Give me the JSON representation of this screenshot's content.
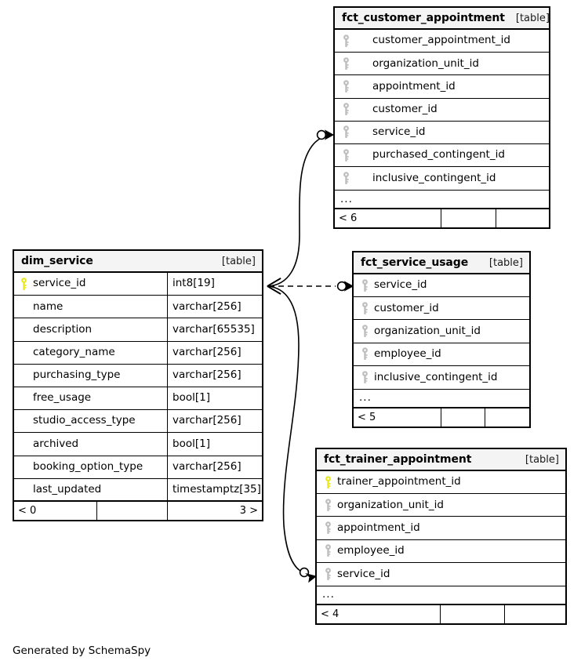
{
  "diagram": {
    "caption": "Generated by SchemaSpy",
    "kind_label": "[table]",
    "ellipsis": "...",
    "colors": {
      "primary_key": "#e8e81c",
      "foreign_key": "#bdbdbd",
      "header_bg": "#f4f4f4",
      "border": "#000000",
      "edge": "#000000",
      "background": "#ffffff"
    }
  },
  "tables": {
    "fct_customer_appointment": {
      "name": "fct_customer_appointment",
      "kind": "[table]",
      "columns": [
        {
          "label": "customer_appointment_id",
          "key": "foreign"
        },
        {
          "label": "organization_unit_id",
          "key": "foreign"
        },
        {
          "label": "appointment_id",
          "key": "foreign"
        },
        {
          "label": "customer_id",
          "key": "foreign"
        },
        {
          "label": "service_id",
          "key": "foreign"
        },
        {
          "label": "purchased_contingent_id",
          "key": "foreign"
        },
        {
          "label": "inclusive_contingent_id",
          "key": "foreign"
        }
      ],
      "ellipsis": "...",
      "footer": [
        "< 6",
        "",
        ""
      ]
    },
    "dim_service": {
      "name": "dim_service",
      "kind": "[table]",
      "columns": [
        {
          "label": "service_id",
          "key": "primary",
          "type": "int8[19]"
        },
        {
          "label": "name",
          "key": "none",
          "type": "varchar[256]"
        },
        {
          "label": "description",
          "key": "none",
          "type": "varchar[65535]"
        },
        {
          "label": "category_name",
          "key": "none",
          "type": "varchar[256]"
        },
        {
          "label": "purchasing_type",
          "key": "none",
          "type": "varchar[256]"
        },
        {
          "label": "free_usage",
          "key": "none",
          "type": "bool[1]"
        },
        {
          "label": "studio_access_type",
          "key": "none",
          "type": "varchar[256]"
        },
        {
          "label": "archived",
          "key": "none",
          "type": "bool[1]"
        },
        {
          "label": "booking_option_type",
          "key": "none",
          "type": "varchar[256]"
        },
        {
          "label": "last_updated",
          "key": "none",
          "type": "timestamptz[35]"
        }
      ],
      "footer": [
        "< 0",
        "",
        "3 >"
      ]
    },
    "fct_service_usage": {
      "name": "fct_service_usage",
      "kind": "[table]",
      "columns": [
        {
          "label": "service_id",
          "key": "foreign"
        },
        {
          "label": "customer_id",
          "key": "foreign"
        },
        {
          "label": "organization_unit_id",
          "key": "foreign"
        },
        {
          "label": "employee_id",
          "key": "foreign"
        },
        {
          "label": "inclusive_contingent_id",
          "key": "foreign"
        }
      ],
      "ellipsis": "...",
      "footer": [
        "< 5",
        "",
        ""
      ]
    },
    "fct_trainer_appointment": {
      "name": "fct_trainer_appointment",
      "kind": "[table]",
      "columns": [
        {
          "label": "trainer_appointment_id",
          "key": "primary"
        },
        {
          "label": "organization_unit_id",
          "key": "foreign"
        },
        {
          "label": "appointment_id",
          "key": "foreign"
        },
        {
          "label": "employee_id",
          "key": "foreign"
        },
        {
          "label": "service_id",
          "key": "foreign"
        }
      ],
      "ellipsis": "...",
      "footer": [
        "< 4",
        "",
        ""
      ]
    }
  },
  "relationships": [
    {
      "name": "dim_service-to-fct_customer_appointment",
      "from_table": "dim_service",
      "from_column": "service_id",
      "to_table": "fct_customer_appointment",
      "to_column": "service_id",
      "style": "solid"
    },
    {
      "name": "dim_service-to-fct_service_usage",
      "from_table": "dim_service",
      "from_column": "service_id",
      "to_table": "fct_service_usage",
      "to_column": "service_id",
      "style": "dashed"
    },
    {
      "name": "dim_service-to-fct_trainer_appointment",
      "from_table": "dim_service",
      "from_column": "service_id",
      "to_table": "fct_trainer_appointment",
      "to_column": "service_id",
      "style": "solid"
    }
  ]
}
